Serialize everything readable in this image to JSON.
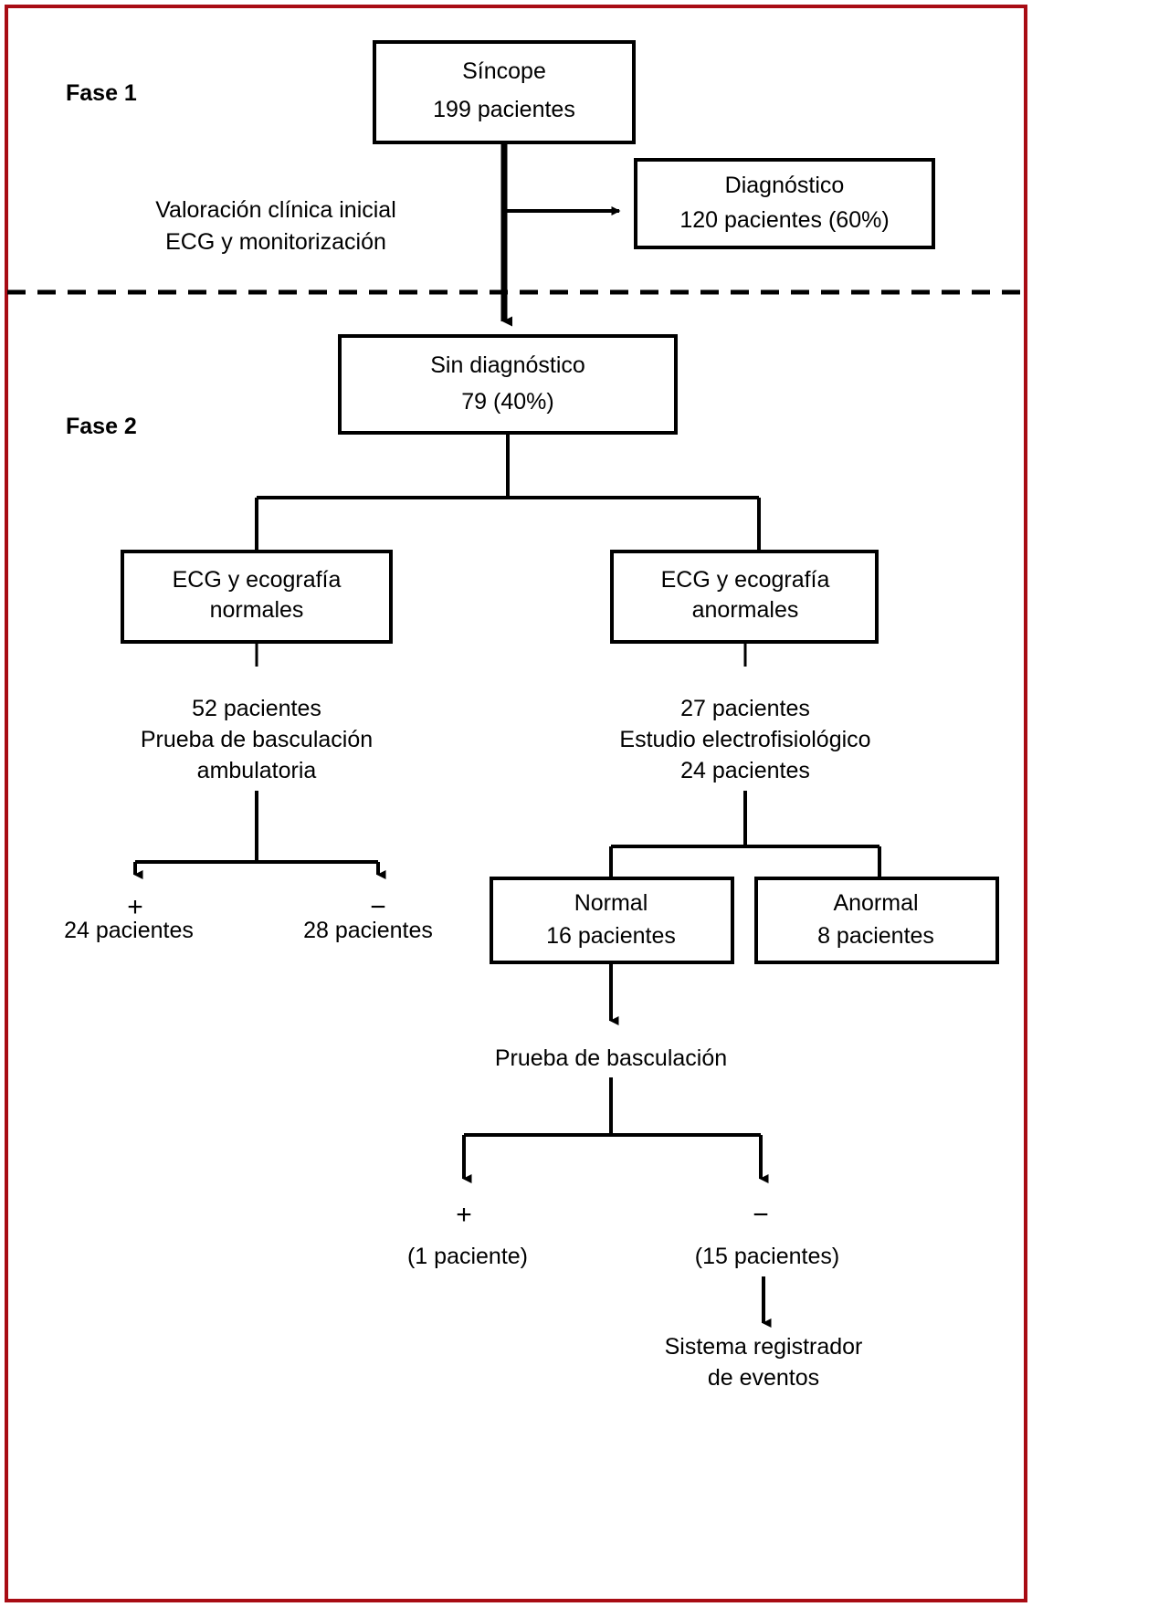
{
  "figure": {
    "title_phase_1": "Fase 1",
    "title_phase_2": "Fase 2",
    "border_color": "#a80c14",
    "line_color": "#000000",
    "background": "#ffffff"
  },
  "chart_data": {
    "type": "diagram",
    "subtype": "clinical-flowchart",
    "language": "es",
    "phases": [
      "Fase 1",
      "Fase 2"
    ],
    "nodes": [
      {
        "id": "sincope",
        "line1": "Síncope",
        "line2": "199 pacientes",
        "count": 199
      },
      {
        "id": "diagnostico",
        "line1": "Diagnóstico",
        "line2": "120 pacientes (60%)",
        "count": 120,
        "percent": 60
      },
      {
        "id": "sin-diagnostico",
        "line1": "Sin diagnóstico",
        "line2": "79 (40%)",
        "count": 79,
        "percent": 40
      },
      {
        "id": "ecg-normales",
        "line1": "ECG y ecografía",
        "line2": "normales"
      },
      {
        "id": "ecg-anormales",
        "line1": "ECG y ecografía",
        "line2": "anormales"
      },
      {
        "id": "normal-16",
        "line1": "Normal",
        "line2": "16 pacientes",
        "count": 16
      },
      {
        "id": "anormal-8",
        "line1": "Anormal",
        "line2": "8 pacientes",
        "count": 8
      }
    ],
    "annotations": [
      {
        "id": "valoracion",
        "line1": "Valoración clínica inicial",
        "line2": "ECG y monitorización"
      },
      {
        "id": "rama-normal",
        "line1": "52 pacientes",
        "line2": "Prueba de basculación",
        "line3": "ambulatoria",
        "count": 52
      },
      {
        "id": "rama-anormal",
        "line1": "27 pacientes",
        "line2": "Estudio electrofisiológico",
        "line3": "24 pacientes",
        "count": 27,
        "count2": 24
      },
      {
        "id": "prueba-basculacion",
        "line1": "Prueba de basculación"
      },
      {
        "id": "sistema-registrador",
        "line1": "Sistema registrador",
        "line2": "de eventos"
      }
    ],
    "outcomes": [
      {
        "id": "tilt-amb-pos",
        "sign": "+",
        "label": "24 pacientes",
        "count": 24
      },
      {
        "id": "tilt-amb-neg",
        "sign": "−",
        "label": "28 pacientes",
        "count": 28
      },
      {
        "id": "tilt-pos",
        "sign": "+",
        "label": "(1 paciente)",
        "count": 1
      },
      {
        "id": "tilt-neg",
        "sign": "−",
        "label": "(15 pacientes)",
        "count": 15
      }
    ]
  },
  "diagram": {
    "phase1_label": "Fase 1",
    "phase2_label": "Fase 2",
    "sincope_line1": "Síncope",
    "sincope_line2": "199 pacientes",
    "valoracion_line1": "Valoración clínica inicial",
    "valoracion_line2": "ECG y monitorización",
    "diagnostico_line1": "Diagnóstico",
    "diagnostico_line2": "120 pacientes (60%)",
    "sindiag_line1": "Sin diagnóstico",
    "sindiag_line2": "79 (40%)",
    "ecg_normal_line1": "ECG y ecografía",
    "ecg_normal_line2": "normales",
    "ecg_anormal_line1": "ECG y ecografía",
    "ecg_anormal_line2": "anormales",
    "left_branch_line1": "52 pacientes",
    "left_branch_line2": "Prueba de basculación",
    "left_branch_line3": "ambulatoria",
    "right_branch_line1": "27 pacientes",
    "right_branch_line2": "Estudio electrofisiológico",
    "right_branch_line3": "24 pacientes",
    "left_plus_sign": "+",
    "left_minus_sign": "−",
    "left_plus_label": "24 pacientes",
    "left_minus_label": "28 pacientes",
    "normal_line1": "Normal",
    "normal_line2": "16 pacientes",
    "anormal_line1": "Anormal",
    "anormal_line2": "8 pacientes",
    "prueba_basculacion": "Prueba de basculación",
    "tilt_plus_sign": "+",
    "tilt_minus_sign": "−",
    "tilt_plus_label": "(1 paciente)",
    "tilt_minus_label": "(15 pacientes)",
    "registrador_line1": "Sistema registrador",
    "registrador_line2": "de eventos"
  }
}
